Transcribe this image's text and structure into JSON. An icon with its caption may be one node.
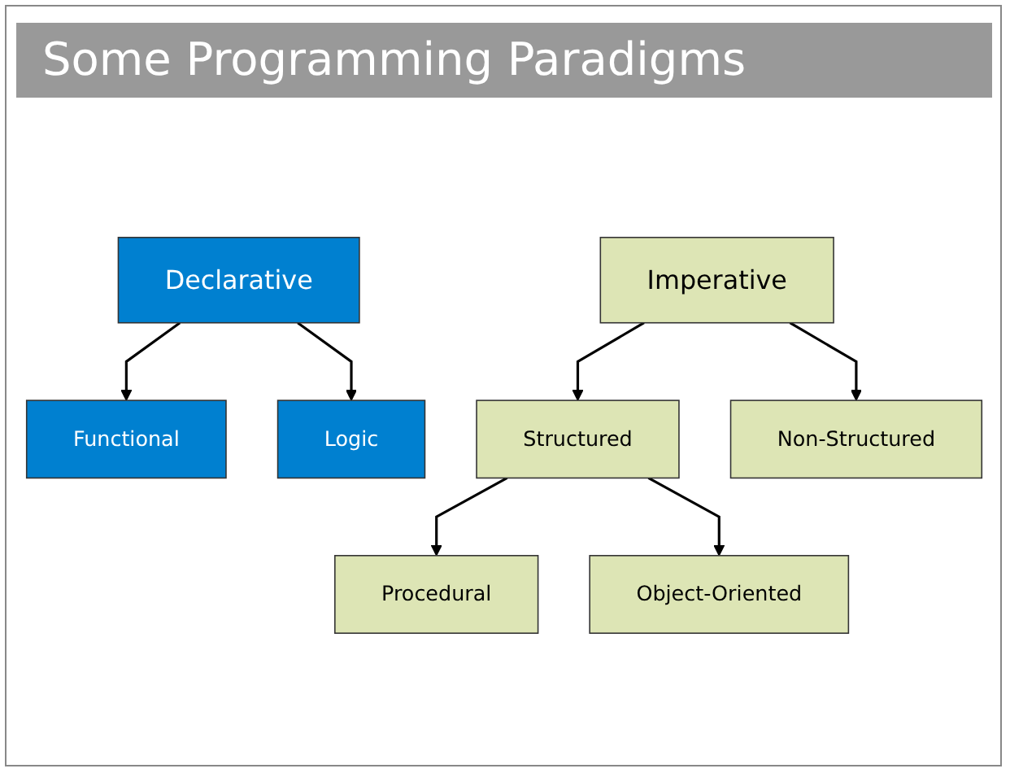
{
  "diagram": {
    "title": "Some Programming Paradigms",
    "nodes": [
      {
        "text": [
          "Declarative"
        ]
      },
      {
        "text": [
          "Imperative"
        ]
      },
      {
        "text": [
          "Functional"
        ]
      },
      {
        "text": [
          "Logic"
        ]
      },
      {
        "text": [
          "Structured"
        ]
      },
      {
        "text": [
          "Non-Structured"
        ]
      },
      {
        "text": [
          "Procedural"
        ]
      },
      {
        "text": [
          "Object-Oriented"
        ]
      }
    ],
    "edges": [
      {
        "from": 0,
        "to": 2,
        "arrow": "to"
      },
      {
        "from": 0,
        "to": 3,
        "arrow": "to"
      },
      {
        "from": 1,
        "to": 4,
        "arrow": "to"
      },
      {
        "from": 1,
        "to": 5,
        "arrow": "to"
      },
      {
        "from": 4,
        "to": 6,
        "arrow": "to"
      },
      {
        "from": 4,
        "to": 7,
        "arrow": "to"
      }
    ]
  }
}
